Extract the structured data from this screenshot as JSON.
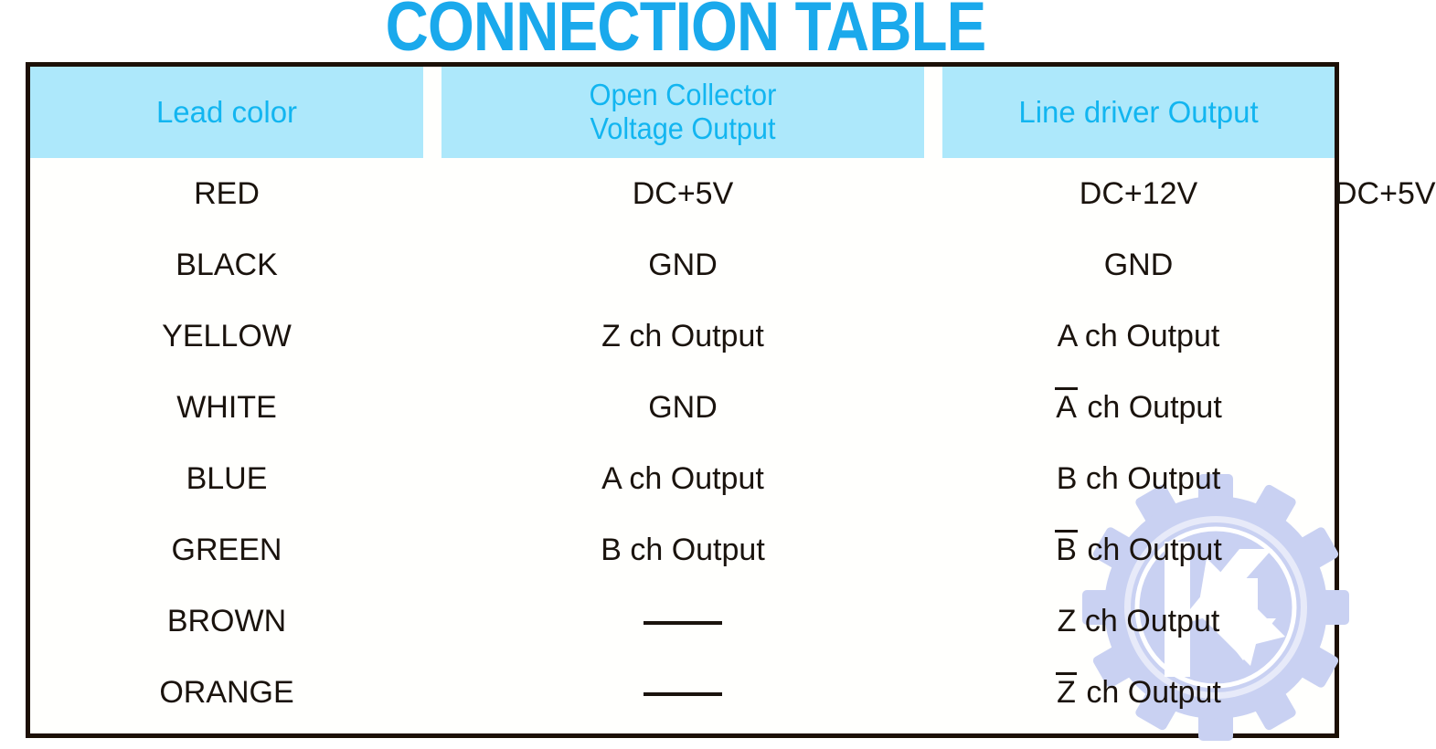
{
  "title": "CONNECTION TABLE",
  "colors": {
    "title": "#1aa9ec",
    "header_bg": "#ade8fb",
    "header_text": "#12b5f0",
    "lead_text": "#14b4ee",
    "body_text": "#1a130d",
    "border": "#1c1006",
    "watermark": "#c9d1f2"
  },
  "table": {
    "headers": {
      "lead_color": "Lead color",
      "open_collector_line1": "Open Collector",
      "open_collector_line2": "Voltage Output",
      "line_driver": "Line driver Output"
    },
    "rows": [
      {
        "lead": "RED",
        "open_split": true,
        "open_left": "DC+5V",
        "open_right": "DC+12V",
        "line": "DC+5V",
        "line_overline": ""
      },
      {
        "lead": "BLACK",
        "open_split": false,
        "open": "GND",
        "line": "GND",
        "line_overline": ""
      },
      {
        "lead": "YELLOW",
        "open_split": false,
        "open": "Z ch Output",
        "line": "A ch Output",
        "line_overline": ""
      },
      {
        "lead": "WHITE",
        "open_split": false,
        "open": "GND",
        "line_overline": "A",
        "line_rest": " ch Output"
      },
      {
        "lead": "BLUE",
        "open_split": false,
        "open": "A ch Output",
        "line": "B ch Output",
        "line_overline": ""
      },
      {
        "lead": "GREEN",
        "open_split": false,
        "open": "B ch Output",
        "line_overline": "B",
        "line_rest": " ch Output"
      },
      {
        "lead": "BROWN",
        "open_split": false,
        "open_dash": true,
        "line": "Z ch Output",
        "line_overline": ""
      },
      {
        "lead": "ORANGE",
        "open_split": false,
        "open_dash": true,
        "line_overline": "Z",
        "line_rest": " ch Output"
      }
    ]
  },
  "watermark": {
    "name": "gear-k-arrow-watermark"
  }
}
